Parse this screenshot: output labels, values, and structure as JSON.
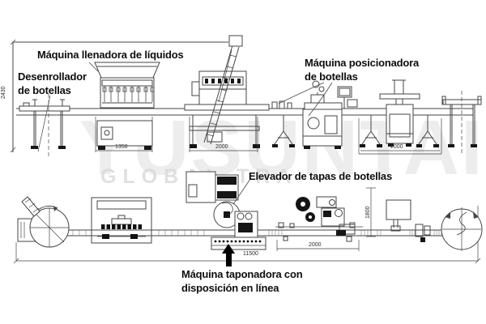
{
  "diagram": {
    "labels": {
      "filling_machine": "Máquina llenadora de líquidos",
      "unwinder": [
        "Desenrollador",
        "de botellas"
      ],
      "positioner": [
        "Máquina posicionadora",
        "de botellas"
      ],
      "cap_elevator": "Elevador de tapas de botellas",
      "capping_machine": [
        "Máquina taponadora con",
        "disposición en línea"
      ]
    },
    "dimensions": {
      "left_height": "2430",
      "filler_base": "1350",
      "capper_base": "2000",
      "right_section": "2000",
      "labeler_section": "2000",
      "line_depth": "1800",
      "total_length": "11500"
    },
    "watermark": {
      "brand": "YUSUNTAI",
      "tagline": "GLOBAL TRA"
    },
    "colors": {
      "line": "#454545",
      "dark_fill": "#161616",
      "label_text": "#0e0e0e",
      "watermark": "#e2e2e2"
    }
  }
}
